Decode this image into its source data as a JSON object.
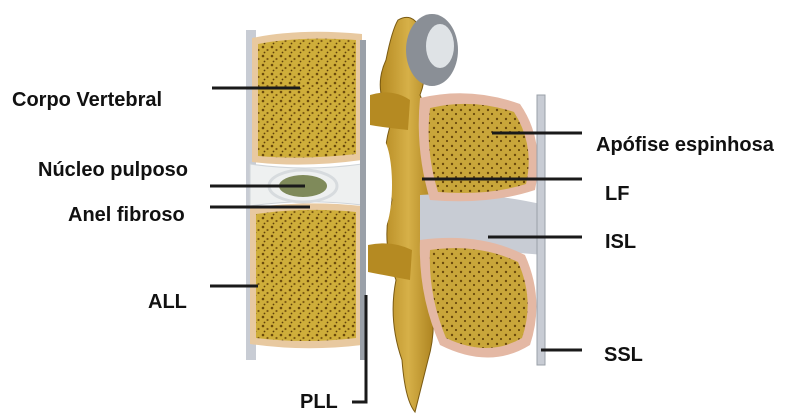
{
  "labels": {
    "corpo_vertebral": "Corpo Vertebral",
    "nucleo_pulposo": "Núcleo pulposo",
    "anel_fibroso": "Anel fibroso",
    "all": "ALL",
    "pll": "PLL",
    "apofise_espinhosa": "Apófise espinhosa",
    "lf": "LF",
    "isl": "ISL",
    "ssl": "SSL"
  },
  "colors": {
    "bone_fill": "#cfae3a",
    "bone_dark": "#7a5a12",
    "bone_speckle": "#6b4a0c",
    "bone_rim": "#e8c9a0",
    "spinous_pink": "#e4b8a4",
    "disc_white": "#eef0f0",
    "nucleus": "#7f8a5a",
    "ligament_grey": "#c8ccd4",
    "leader_line": "#1a1a1a",
    "label_text": "#111111"
  }
}
